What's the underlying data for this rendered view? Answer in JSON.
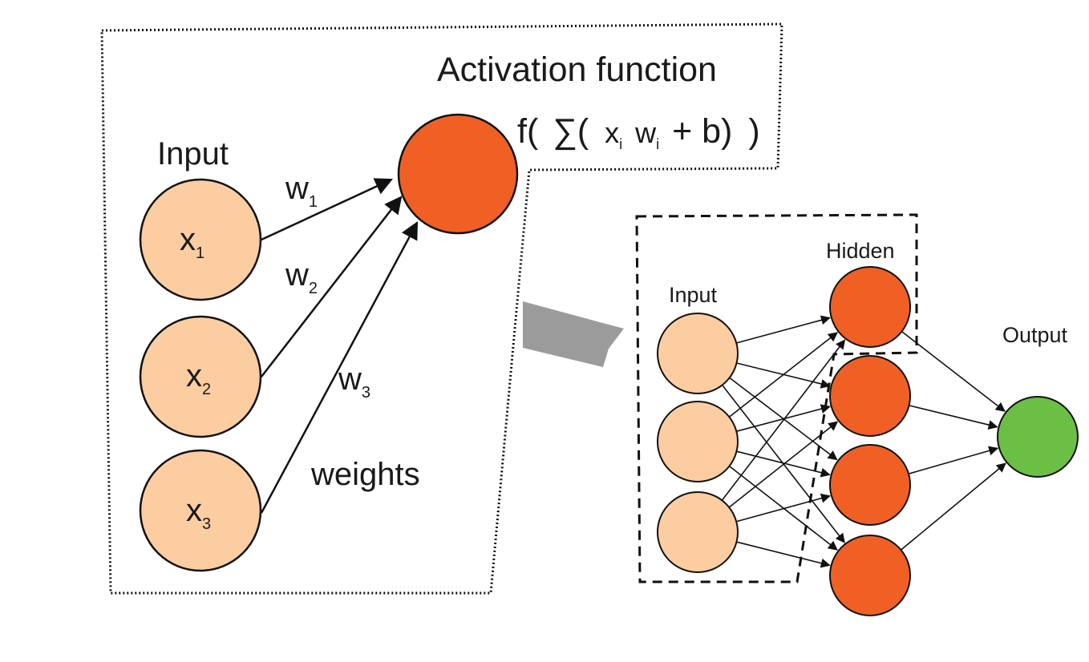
{
  "single_neuron": {
    "activation_label": "Activation function",
    "formula": {
      "f_open": "f(",
      "sigma": "∑",
      "open": "(",
      "x": "x",
      "x_sub": "i",
      "w": "w",
      "w_sub": "i",
      "plus_b": "+ b)",
      "close": ")"
    },
    "input_label": "Input",
    "weights_label": "weights",
    "inputs": [
      {
        "var": "x",
        "sub": "1"
      },
      {
        "var": "x",
        "sub": "2"
      },
      {
        "var": "x",
        "sub": "3"
      }
    ],
    "weights": [
      {
        "var": "w",
        "sub": "1"
      },
      {
        "var": "w",
        "sub": "2"
      },
      {
        "var": "w",
        "sub": "3"
      }
    ]
  },
  "network": {
    "input_label": "Input",
    "hidden_label": "Hidden",
    "output_label": "Output",
    "input_count": 3,
    "hidden_count": 4,
    "output_count": 1
  },
  "colors": {
    "input_fill": "#FBCDA0",
    "hidden_fill": "#F06025",
    "output_fill": "#6CBF45",
    "arrow_fill": "#9B9B9B",
    "stroke": "#111111"
  }
}
